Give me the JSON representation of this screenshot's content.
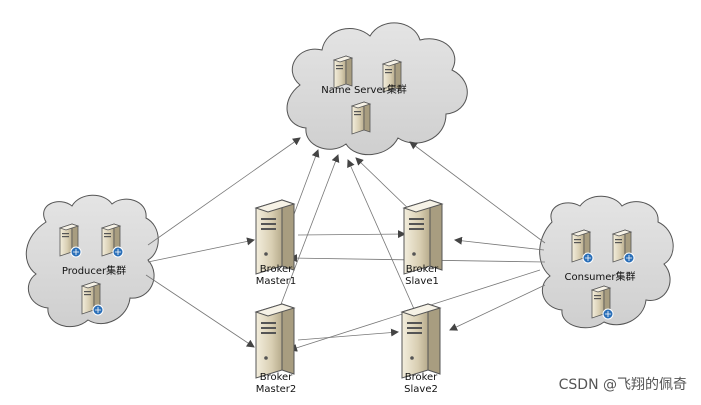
{
  "nodes": {
    "name_server": "Name Server集群",
    "producer": "Producer集群",
    "consumer": "Consumer集群",
    "broker_master1_line1": "Broker",
    "broker_master1_line2": "Master1",
    "broker_slave1_line1": "Broker",
    "broker_slave1_line2": "Slave1",
    "broker_master2_line1": "Broker",
    "broker_master2_line2": "Master2",
    "broker_slave2_line1": "Broker",
    "broker_slave2_line2": "Slave2"
  },
  "watermark": "CSDN @飞翔的佩奇"
}
